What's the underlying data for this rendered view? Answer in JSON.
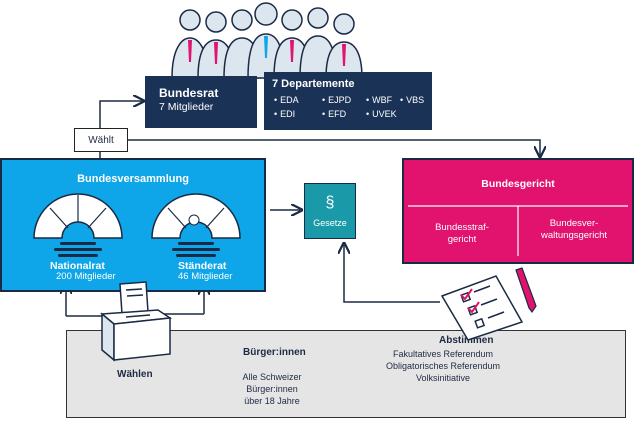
{
  "bundesrat": {
    "title": "Bundesrat",
    "members": "7 Mitglieder"
  },
  "departemente": {
    "title": "7 Departemente",
    "items": [
      "EDA",
      "EJPD",
      "WBF",
      "VBS",
      "EDI",
      "EFD",
      "UVEK"
    ]
  },
  "waehlt_label": "Wählt",
  "bundesversammlung": {
    "title": "Bundesversammlung",
    "nationalrat": {
      "title": "Nationalrat",
      "members": "200 Mitglieder"
    },
    "staenderat": {
      "title": "Ständerat",
      "members": "46 Mitglieder"
    }
  },
  "gesetze": {
    "symbol": "§",
    "label": "Gesetze"
  },
  "bundesgericht": {
    "title": "Bundesgericht",
    "left_line1": "Bundesstraf-",
    "left_line2": "gericht",
    "right_line1": "Bundesver-",
    "right_line2": "waltungsgericht"
  },
  "buerger": {
    "title": "Bürger:innen",
    "subtitle_line1": "Alle Schweizer Bürger:innen",
    "subtitle_line2": "über 18 Jahre",
    "waehlen": "Wählen",
    "abstimmen": {
      "title": "Abstimmen",
      "items": [
        "Fakultatives Referendum",
        "Obligatorisches Referendum",
        "Volksinitiative"
      ]
    }
  },
  "colors": {
    "navy": "#1b3257",
    "parliament_blue": "#0ea5e9",
    "law_teal": "#1a9aa8",
    "court_magenta": "#e2136e",
    "citizen_grey": "#e5e5e5"
  }
}
